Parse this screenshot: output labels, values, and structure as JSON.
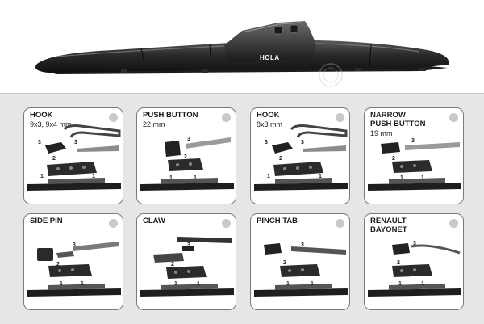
{
  "brand": {
    "logo_text": "HOLA"
  },
  "panels": [
    {
      "title": "HOOK",
      "subtitle": "9x3, 9x4 mm",
      "numbers": [
        "3",
        "3",
        "2",
        "1",
        "1"
      ]
    },
    {
      "title": "PUSH BUTTON",
      "subtitle": "22 mm",
      "numbers": [
        "3",
        "2",
        "1",
        "1"
      ]
    },
    {
      "title": "HOOK",
      "subtitle": "8x3 mm",
      "numbers": [
        "3",
        "3",
        "2",
        "1",
        "1"
      ]
    },
    {
      "title": "NARROW\nPUSH BUTTON",
      "subtitle": "19 mm",
      "numbers": [
        "3",
        "2",
        "1",
        "1"
      ]
    },
    {
      "title": "SIDE PIN",
      "subtitle": "",
      "numbers": [
        "3",
        "2",
        "1",
        "1"
      ]
    },
    {
      "title": "CLAW",
      "subtitle": "",
      "numbers": [
        "3",
        "2",
        "1",
        "1"
      ]
    },
    {
      "title": "PINCH TAB",
      "subtitle": "",
      "numbers": [
        "3",
        "2",
        "1",
        "1"
      ]
    },
    {
      "title": "RENAULT\nBAYONET",
      "subtitle": "",
      "numbers": [
        "3",
        "2",
        "1",
        "1"
      ]
    }
  ]
}
